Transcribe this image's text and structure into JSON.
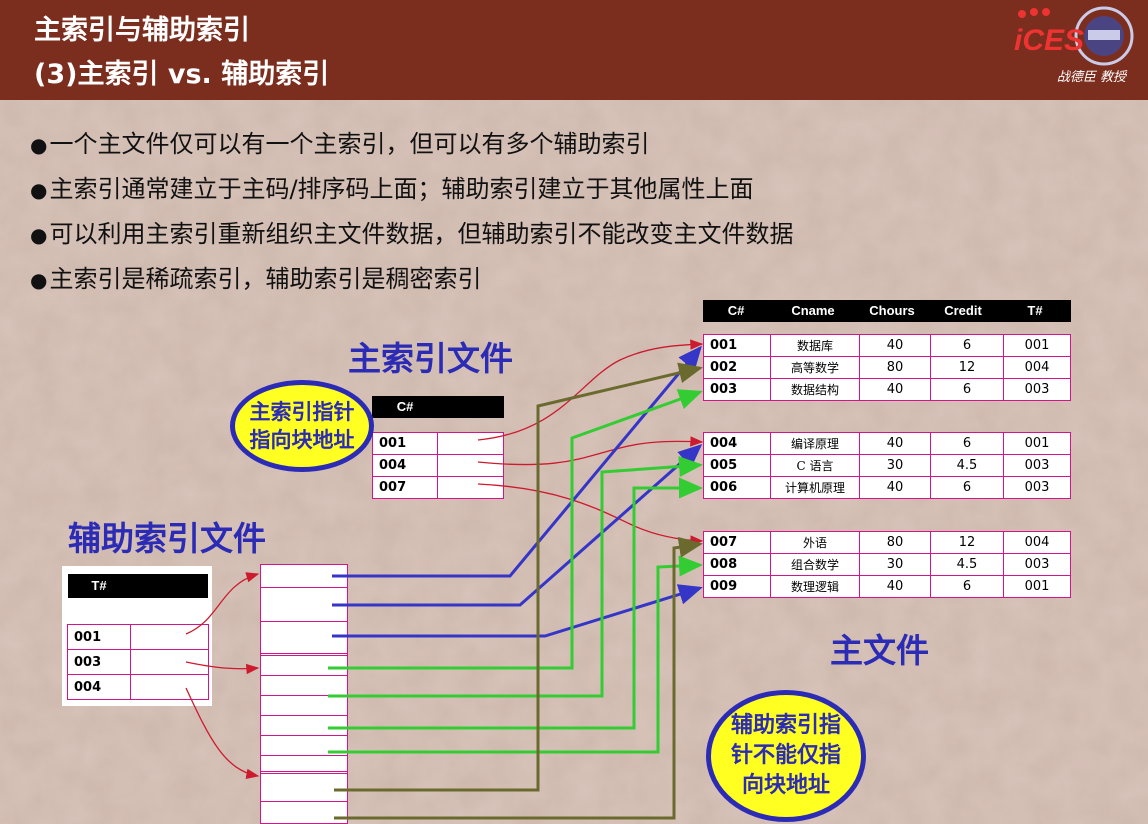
{
  "header": {
    "title_line1": "主索引与辅助索引",
    "title_line2": "(3)主索引 vs. 辅助索引",
    "logo_text": "iCES",
    "author": "战德臣 教授"
  },
  "bullets": [
    "一个主文件仅可以有一个主索引，但可以有多个辅助索引",
    "主索引通常建立于主码/排序码上面；辅助索引建立于其他属性上面",
    "可以利用主索引重新组织主文件数据，但辅助索引不能改变主文件数据",
    "主索引是稀疏索引，辅助索引是稠密索引"
  ],
  "bullet_glyph": "●",
  "labels": {
    "primary_index_file": "主索引文件",
    "secondary_index_file": "辅助索引文件",
    "main_file": "主文件"
  },
  "bubbles": {
    "primary": [
      "主索引指针",
      "指向块地址"
    ],
    "secondary": [
      "辅助索引指",
      "针不能仅指",
      "向块地址"
    ]
  },
  "primary_index": {
    "header": "C#",
    "keys": [
      "001",
      "004",
      "007"
    ]
  },
  "secondary_index": {
    "header": "T#",
    "keys": [
      "001",
      "003",
      "004"
    ]
  },
  "main_file": {
    "columns": [
      "C#",
      "Cname",
      "Chours",
      "Credit",
      "T#"
    ],
    "blocks": [
      [
        [
          "001",
          "数据库",
          "40",
          "6",
          "001"
        ],
        [
          "002",
          "高等数学",
          "80",
          "12",
          "004"
        ],
        [
          "003",
          "数据结构",
          "40",
          "6",
          "003"
        ]
      ],
      [
        [
          "004",
          "编译原理",
          "40",
          "6",
          "001"
        ],
        [
          "005",
          "C 语言",
          "30",
          "4.5",
          "003"
        ],
        [
          "006",
          "计算机原理",
          "40",
          "6",
          "003"
        ]
      ],
      [
        [
          "007",
          "外语",
          "80",
          "12",
          "004"
        ],
        [
          "008",
          "组合数学",
          "30",
          "4.5",
          "003"
        ],
        [
          "009",
          "数理逻辑",
          "40",
          "6",
          "001"
        ]
      ]
    ]
  },
  "colors": {
    "header_bg": "#7b2d1e",
    "label_blue": "#2b2bb5",
    "bubble_fill": "#ffff22",
    "table_border": "#d4148b",
    "arrow_red": "#cc1a2e",
    "arrow_blue": "#3535c8",
    "arrow_green": "#33cc33",
    "arrow_olive": "#6b6a2e"
  }
}
